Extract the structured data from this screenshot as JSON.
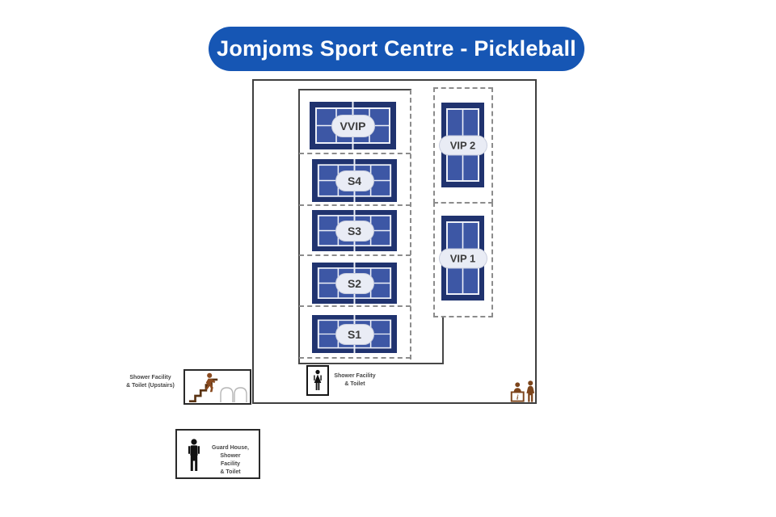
{
  "banner": {
    "title": "Jomjoms Sport Centre - Pickleball"
  },
  "courts": {
    "vvip": "VVIP",
    "s4": "S4",
    "s3": "S3",
    "s2": "S2",
    "s1": "S1",
    "vip2": "VIP 2",
    "vip1": "VIP 1"
  },
  "facilities": {
    "stairs": {
      "line1": "Shower Facility",
      "line2": "& Toilet (Upstairs)",
      "icon": "stairs-up-person-icon"
    },
    "shower": {
      "line1": "Shower Facility",
      "line2": "& Toilet",
      "icon": "woman-restroom-icon"
    },
    "guard": {
      "line1": "Guard House, Shower",
      "line2": "Facility",
      "line3": "& Toilet",
      "icon": "man-restroom-icon"
    },
    "info_desk": {
      "icon": "information-desk-icon",
      "letter": "i"
    }
  },
  "colors": {
    "banner_blue": "#1656b4",
    "court_navy": "#20336f",
    "court_blue": "#3d57a5",
    "court_line_white": "#edf0f8",
    "icon_brown": "#7d451c",
    "stairs_brown": "#5a3312",
    "dashed_gray": "#8c8c8c",
    "outline_dark": "#3f3f3f"
  }
}
